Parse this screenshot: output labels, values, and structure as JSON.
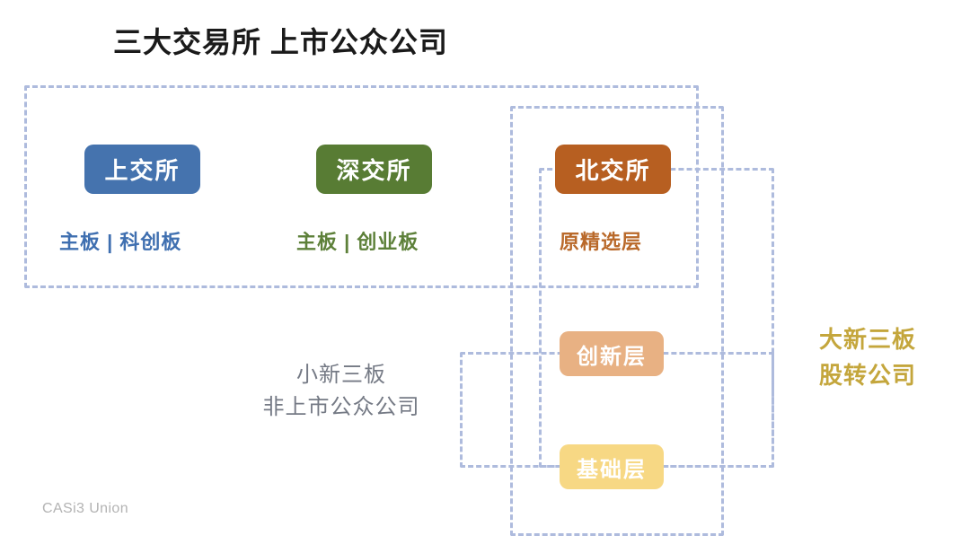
{
  "title": "三大交易所  上市公众公司",
  "watermark": "CASi3 Union",
  "colors": {
    "sse": "#4573AE",
    "szse": "#587C34",
    "bse": "#B75F21",
    "innovation": "#E8B183",
    "base": "#F7D884",
    "dashed_frame": "#aebbdd",
    "gzgs_text": "#C4A63C",
    "neeq_small_text": "#757A85"
  },
  "exchanges": [
    {
      "name": "上交所",
      "boards": "主板 | 科创板",
      "pill_color": "#4573AE",
      "text_color": "#3F6FB0"
    },
    {
      "name": "深交所",
      "boards": "主板 | 创业板",
      "pill_color": "#587C34",
      "text_color": "#5D8039"
    },
    {
      "name": "北交所",
      "boards": "原精选层",
      "pill_color": "#B75F21",
      "text_color": "#B9692A"
    }
  ],
  "neeq_tiers": [
    {
      "name": "创新层",
      "pill_color": "#E8B183"
    },
    {
      "name": "基础层",
      "pill_color": "#F7D884"
    }
  ],
  "captions": {
    "neeq_small_line1": "小新三板",
    "neeq_small_line2": "非上市公众公司",
    "gzgs_line1": "大新三板",
    "gzgs_line2": "股转公司"
  },
  "frames": [
    {
      "id": "frame-listed",
      "label": "listed-public-companies-frame"
    },
    {
      "id": "frame-neeq-big",
      "label": "neeq-full-frame"
    },
    {
      "id": "frame-gzgs",
      "label": "gzgs-frame"
    },
    {
      "id": "frame-neeq-small",
      "label": "neeq-small-frame"
    }
  ]
}
